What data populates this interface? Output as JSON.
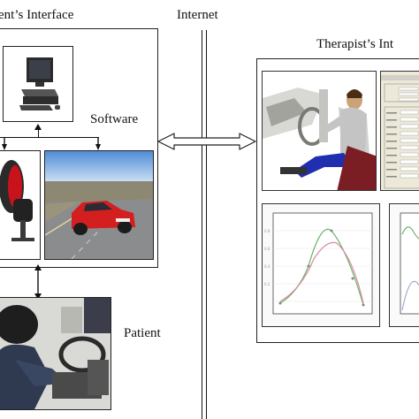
{
  "labels": {
    "patient_interface": "ent’s Interface",
    "internet": "Internet",
    "therapist_interface": "Therapist’s Int",
    "software": "Software",
    "patient": "Patient"
  },
  "colors": {
    "line": "#111111",
    "sky": "#5a97dc",
    "car": "#d82020",
    "shirt": "#c9c9c9",
    "pants": "#1f2fb0",
    "seat": "#7b1e24",
    "plot_bg": "#fafafa",
    "curve_green": "#6ab46a",
    "curve_pink": "#d98aa0"
  },
  "icons": {
    "computer": "desktop-computer-icon",
    "wheel": "steering-wheel-icon",
    "arrow": "double-headed-arrow-icon"
  }
}
